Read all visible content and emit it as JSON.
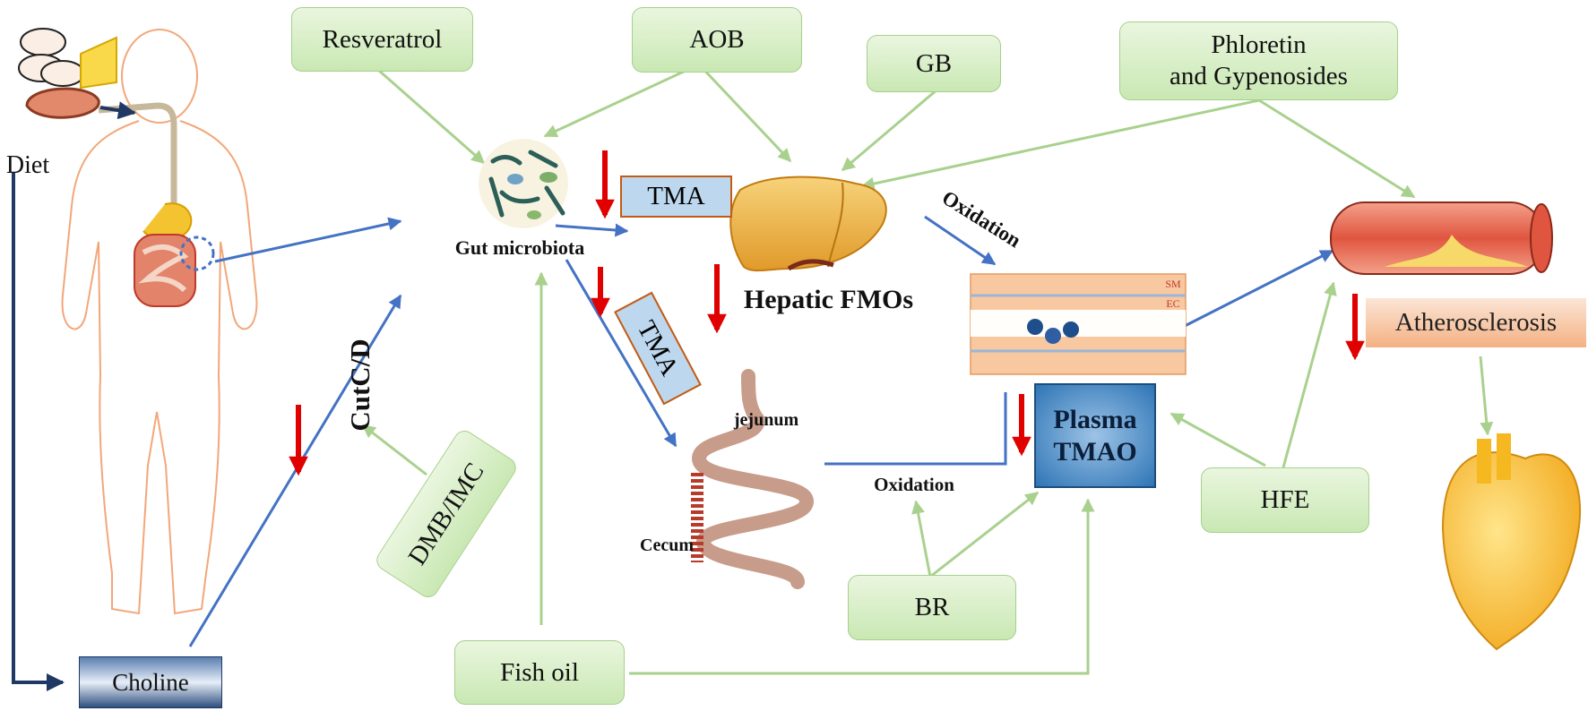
{
  "labels": {
    "diet": "Diet",
    "choline": "Choline",
    "gut_microbiota": "Gut microbiota",
    "cutc_d": "CutC/D",
    "tma_top": "TMA",
    "tma_lower": "TMA",
    "hepatic_fmos": "Hepatic FMOs",
    "oxidation_top": "Oxidation",
    "oxidation_bottom": "Oxidation",
    "jejunum": "jejunum",
    "cecum": "Cecum",
    "plasma_tmao": "Plasma\nTMAO",
    "atherosclerosis": "Atherosclerosis",
    "vessel_sm": "SM",
    "vessel_ec": "EC"
  },
  "interventions": {
    "resveratrol": "Resveratrol",
    "aob": "AOB",
    "gb": "GB",
    "phloretin": "Phloretin\nand Gypenosides",
    "dmb_imc": "DMB/IMC",
    "fish_oil": "Fish oil",
    "br": "BR",
    "hfe": "HFE"
  },
  "colors": {
    "intervention_fill": "#d3ecbf",
    "intervention_border": "#a6d08a",
    "green_arrow": "#a9d18e",
    "blue_arrow": "#4472c4",
    "navy_arrow": "#1f3864",
    "inhibit_arrow": "#e00000",
    "tmao_fill": "#2e75b6",
    "choline_fill": "#2f4f7f",
    "atherosclerosis_fill": "#f8cbad",
    "tma_fill": "#bdd7ee"
  },
  "icons": [
    "food-icon",
    "human-body-icon",
    "bacteria-icon",
    "liver-icon",
    "intestine-icon",
    "blood-vessel-icon",
    "artery-icon",
    "heart-icon"
  ]
}
